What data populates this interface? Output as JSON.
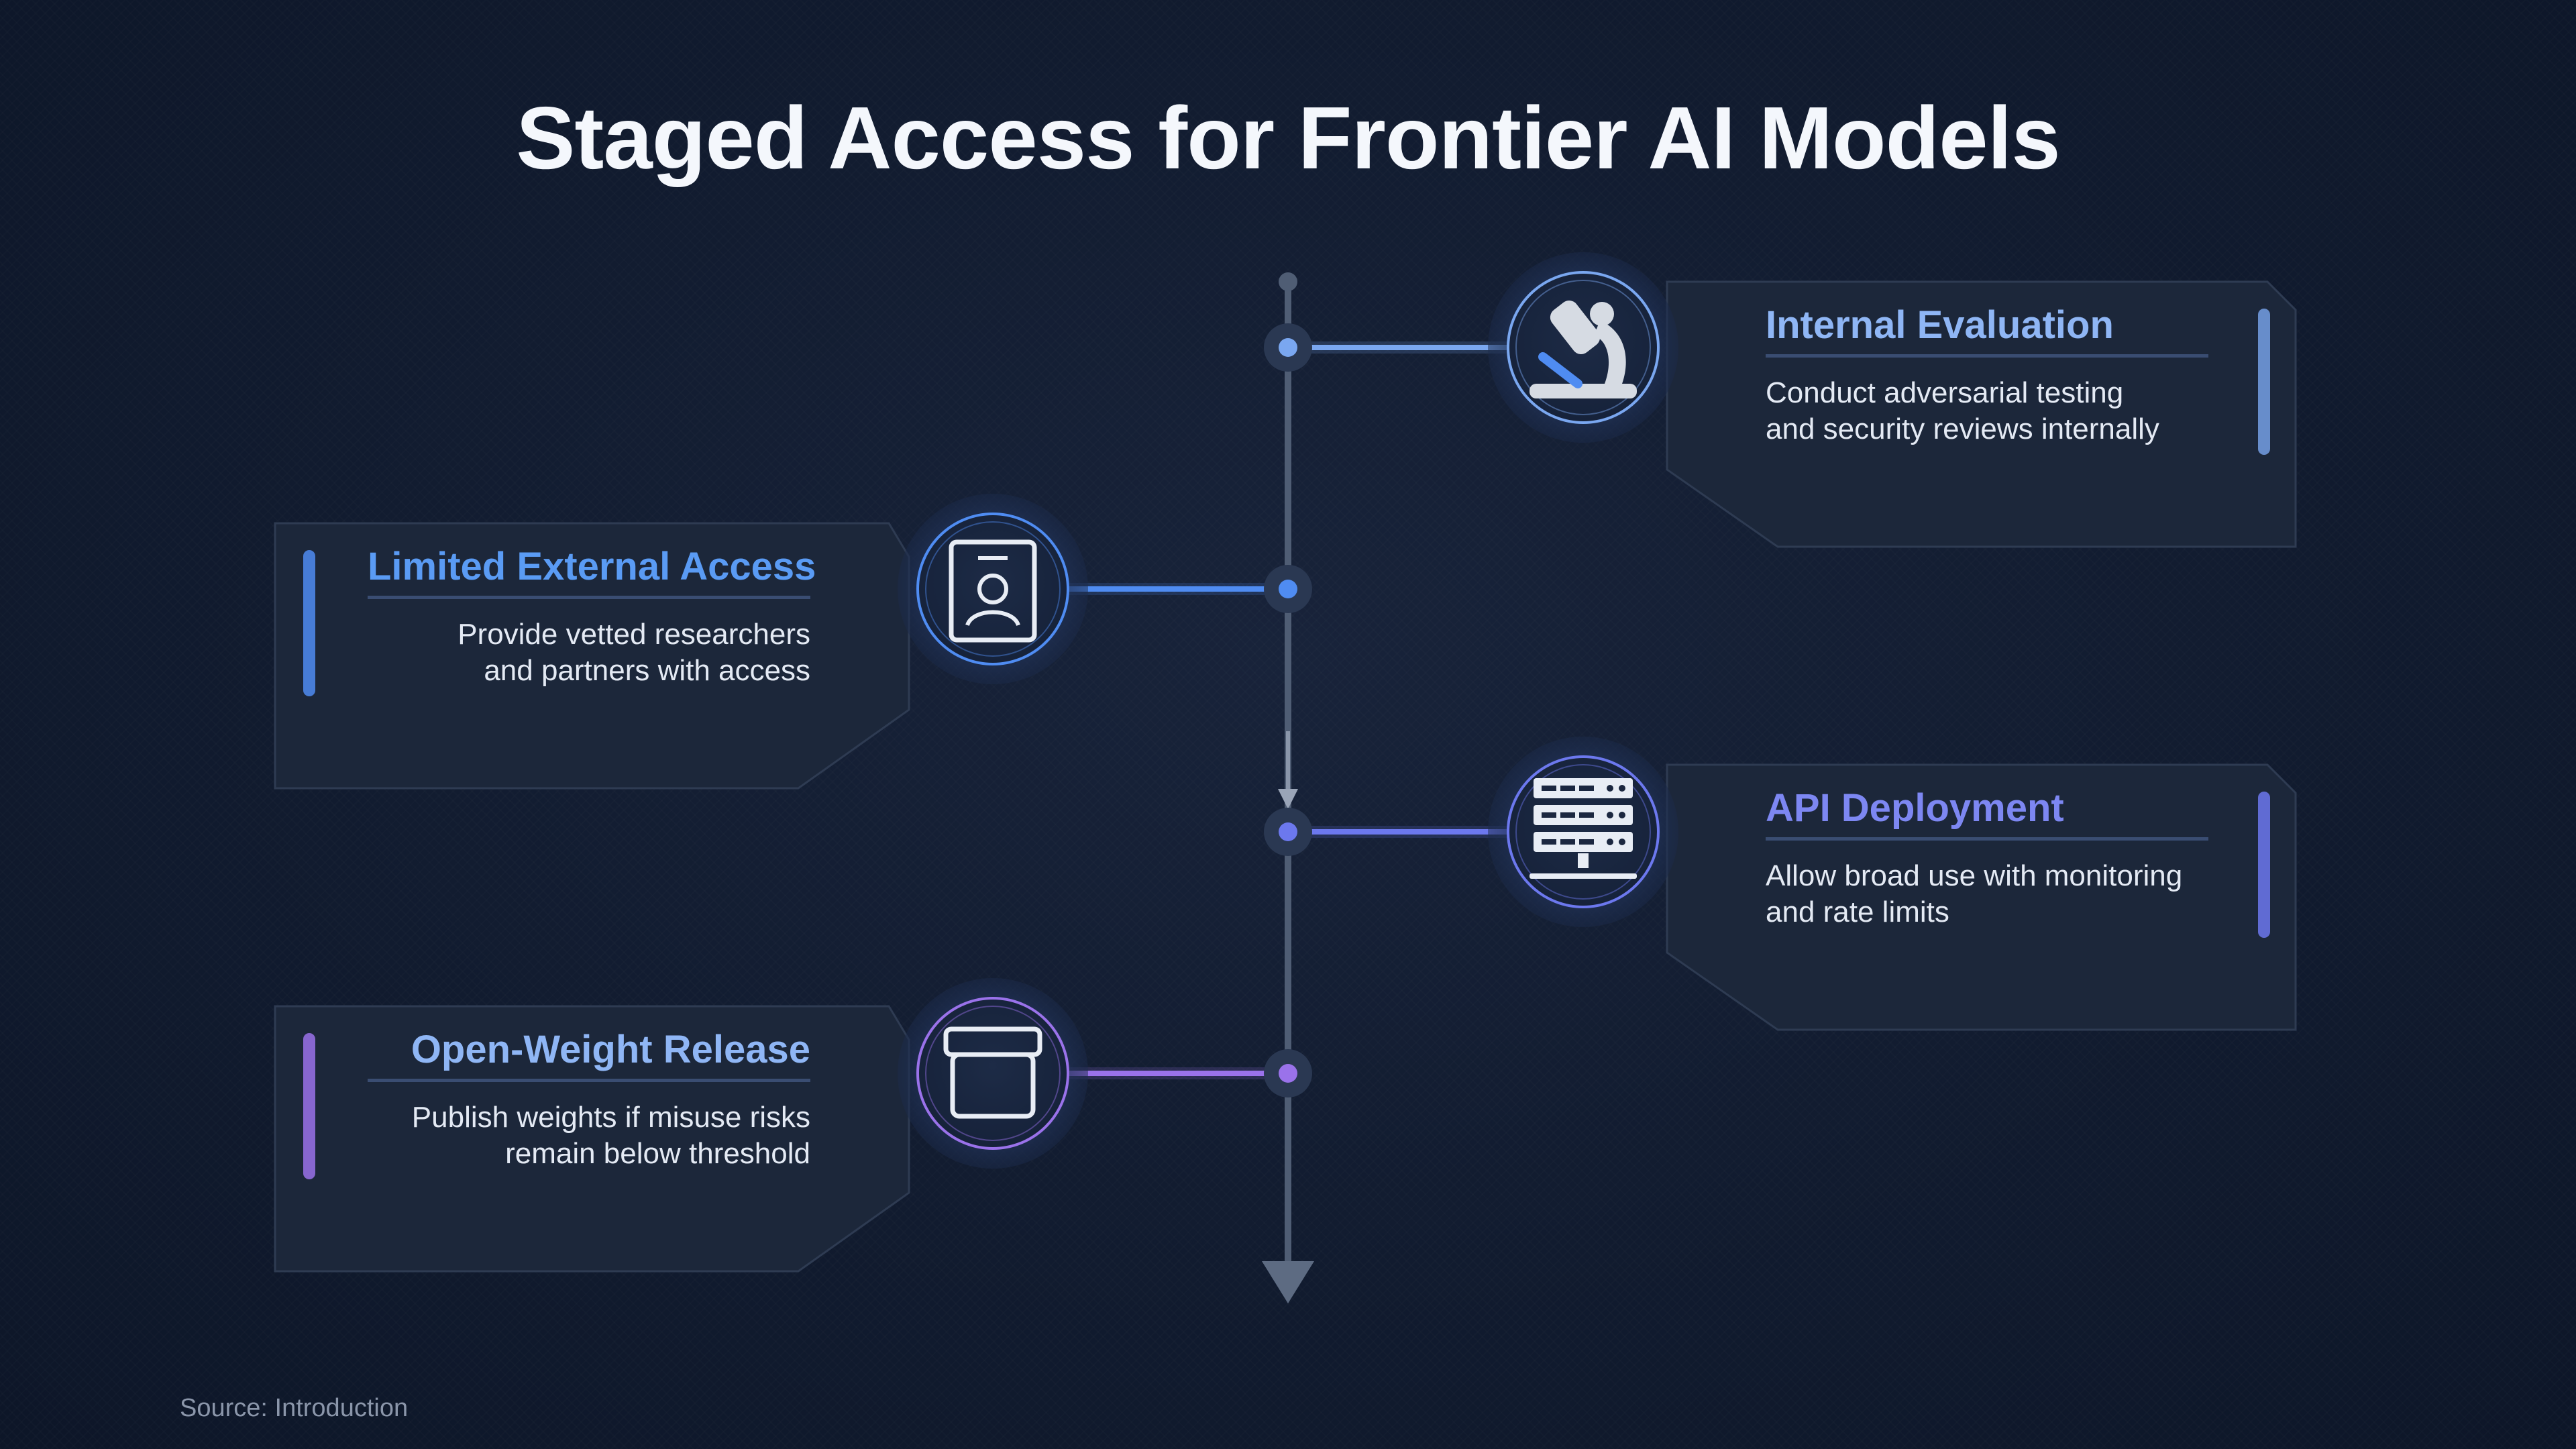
{
  "title": "Staged Access for Frontier AI Models",
  "source": "Source: Introduction",
  "colors": {
    "background": "#111b2f",
    "card": "#1c273a",
    "spine": "#4f5d74",
    "stage1": "#7aa7f0",
    "stage2": "#4f8cf2",
    "stage3": "#6c78ee",
    "stage4": "#9a72ea"
  },
  "stages": [
    {
      "title": "Internal Evaluation",
      "description_line1": "Conduct adversarial testing",
      "description_line2": "and security reviews internally",
      "icon": "microscope-icon"
    },
    {
      "title": "Limited External Access",
      "description_line1": "Provide vetted researchers",
      "description_line2": "and partners with access",
      "icon": "id-badge-icon"
    },
    {
      "title": "API Deployment",
      "description_line1": "Allow broad use with monitoring",
      "description_line2": "and rate limits",
      "icon": "server-rack-icon"
    },
    {
      "title": "Open-Weight Release",
      "description_line1": "Publish weights if misuse risks",
      "description_line2": "remain below threshold",
      "icon": "archive-box-icon"
    }
  ]
}
